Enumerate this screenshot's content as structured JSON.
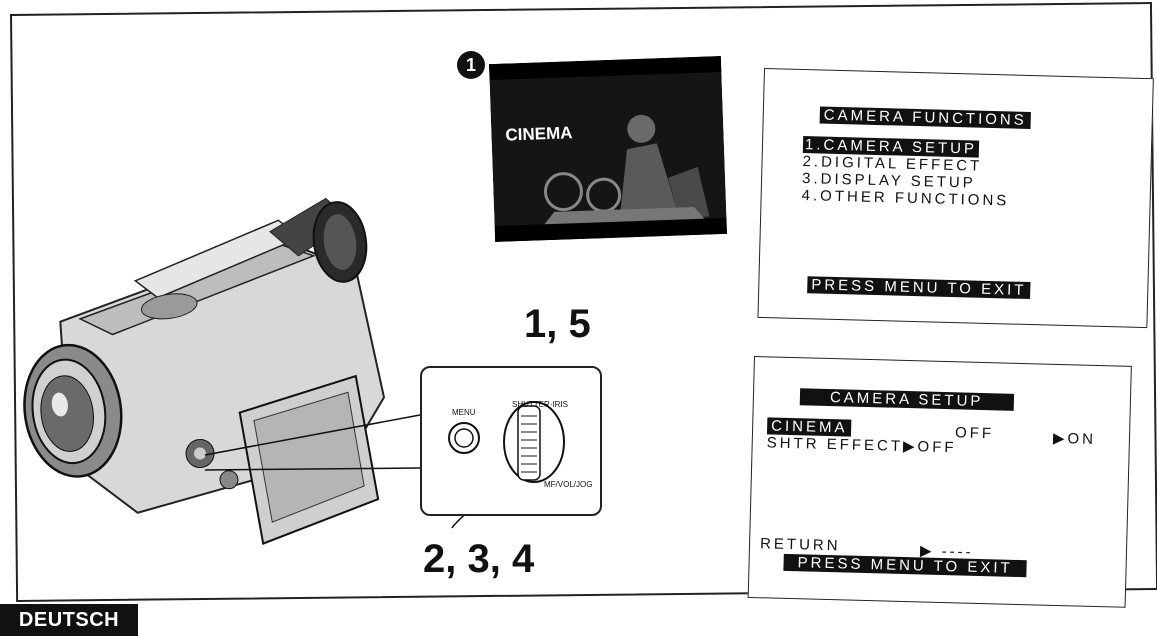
{
  "callout_badge": "1",
  "cinema_image_label": "CINEMA",
  "menu_screen": {
    "title": "CAMERA FUNCTIONS",
    "items": [
      "1.CAMERA SETUP",
      "2.DIGITAL EFFECT",
      "3.DISPLAY SETUP",
      "4.OTHER FUNCTIONS"
    ],
    "footer": "PRESS MENU TO EXIT"
  },
  "setup_screen": {
    "title": "CAMERA SETUP",
    "row1_label": "CINEMA",
    "row1_off": "OFF",
    "row1_on": "▶ON",
    "row2_label": "SHTR EFFECT▶OFF",
    "return_label": "RETURN",
    "return_value": "▶ ----",
    "footer": "PRESS MENU TO EXIT"
  },
  "step_labels": {
    "top": "1, 5",
    "bottom": "2, 3, 4"
  },
  "control_inset": {
    "menu_label": "MENU",
    "dial_label": "SHUTTER·IRIS",
    "dial_sublabel": "MF/VOL/JOG"
  },
  "language_tab": "DEUTSCH"
}
